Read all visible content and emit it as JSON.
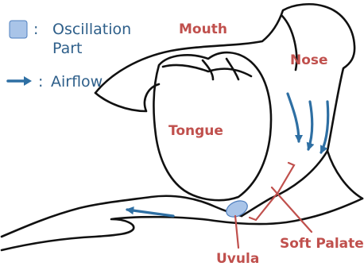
{
  "legend": {
    "oscillation_colon": ":",
    "oscillation_line1": "Oscillation",
    "oscillation_line2": "Part",
    "airflow_colon": ":",
    "airflow_label": "Airflow"
  },
  "labels": {
    "mouth": "Mouth",
    "nose": "Nose",
    "tongue": "Tongue",
    "uvula": "Uvula",
    "soft_palate": "Soft Palate"
  },
  "colors": {
    "label_red": "#c0504d",
    "legend_blue": "#2e5f8a",
    "airflow_arrow": "#2e6fa3",
    "oscillation_fill": "#a9c4e8",
    "oscillation_stroke": "#4f7fbf",
    "outline": "#111111"
  },
  "icons": {
    "legend_swatch": "oscillation-swatch-icon",
    "legend_arrow": "airflow-arrow-icon"
  }
}
